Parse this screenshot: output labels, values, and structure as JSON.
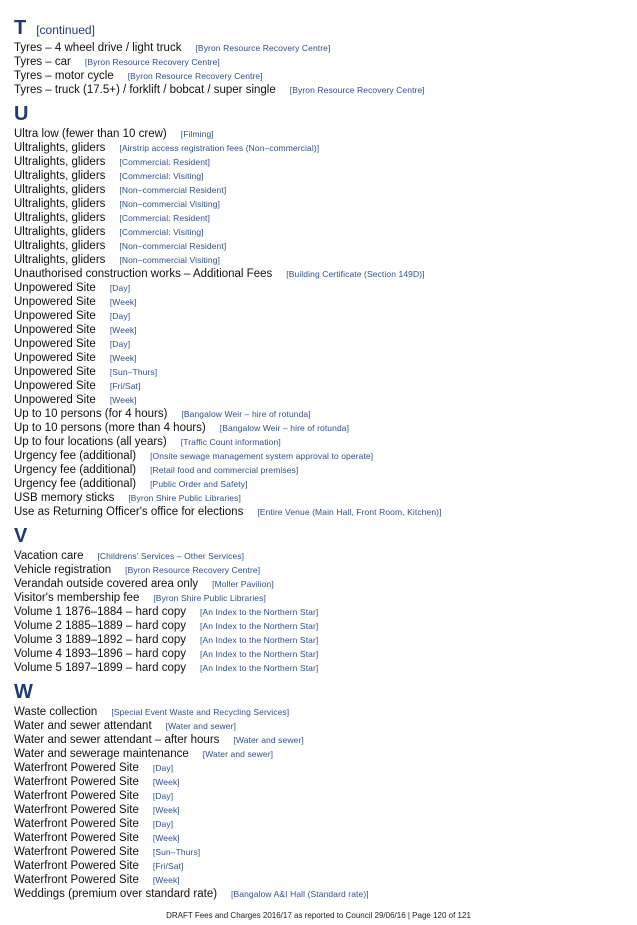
{
  "sections": [
    {
      "letter": "T",
      "continued": "[continued]",
      "entries": [
        {
          "label": "Tyres – 4 wheel drive / light truck",
          "category": "[Byron Resource Recovery Centre]"
        },
        {
          "label": "Tyres – car",
          "category": "[Byron Resource Recovery Centre]"
        },
        {
          "label": "Tyres – motor cycle",
          "category": "[Byron Resource Recovery Centre]"
        },
        {
          "label": "Tyres – truck (17.5+) / forklift / bobcat / super single",
          "category": "[Byron Resource Recovery Centre]"
        }
      ]
    },
    {
      "letter": "U",
      "continued": "",
      "entries": [
        {
          "label": "Ultra low (fewer than 10 crew)",
          "category": "[Filming]"
        },
        {
          "label": "Ultralights, gliders",
          "category": "[Airstrip access registration fees (Non–commercial)]"
        },
        {
          "label": "Ultralights, gliders",
          "category": "[Commercial: Resident]"
        },
        {
          "label": "Ultralights, gliders",
          "category": "[Commercial: Visiting]"
        },
        {
          "label": "Ultralights, gliders",
          "category": "[Non–commercial Resident]"
        },
        {
          "label": "Ultralights, gliders",
          "category": "[Non–commercial Visiting]"
        },
        {
          "label": "Ultralights, gliders",
          "category": "[Commercial: Resident]"
        },
        {
          "label": "Ultralights, gliders",
          "category": "[Commercial: Visiting]"
        },
        {
          "label": "Ultralights, gliders",
          "category": "[Non–commercial Resident]"
        },
        {
          "label": "Ultralights, gliders",
          "category": "[Non–commercial Visiting]"
        },
        {
          "label": "Unauthorised construction works – Additional Fees",
          "category": "[Building Certificate (Section 149D)]"
        },
        {
          "label": "Unpowered Site",
          "category": "[Day]"
        },
        {
          "label": "Unpowered Site",
          "category": "[Week]"
        },
        {
          "label": "Unpowered Site",
          "category": "[Day]"
        },
        {
          "label": "Unpowered Site",
          "category": "[Week]"
        },
        {
          "label": "Unpowered Site",
          "category": "[Day]"
        },
        {
          "label": "Unpowered Site",
          "category": "[Week]"
        },
        {
          "label": "Unpowered Site",
          "category": "[Sun–Thurs]"
        },
        {
          "label": "Unpowered Site",
          "category": "[Fri/Sat]"
        },
        {
          "label": "Unpowered Site",
          "category": "[Week]"
        },
        {
          "label": "Up to 10 persons (for 4 hours)",
          "category": "[Bangalow Weir – hire of rotunda]"
        },
        {
          "label": "Up to 10 persons (more than 4 hours)",
          "category": "[Bangalow Weir – hire of rotunda]"
        },
        {
          "label": "Up to four locations (all years)",
          "category": "[Traffic Count information]"
        },
        {
          "label": "Urgency fee (additional)",
          "category": "[Onsite sewage management system approval to operate]"
        },
        {
          "label": "Urgency fee (additional)",
          "category": "[Retail food and commercial premises]"
        },
        {
          "label": "Urgency fee (additional)",
          "category": "[Public Order and Safety]"
        },
        {
          "label": "USB memory sticks",
          "category": "[Byron Shire Public Libraries]"
        },
        {
          "label": "Use as Returning Officer's office for elections",
          "category": "[Entire Venue (Main Hall, Front Room, Kitchen)]"
        }
      ]
    },
    {
      "letter": "V",
      "continued": "",
      "entries": [
        {
          "label": "Vacation care",
          "category": "[Childrens' Services – Other Services]"
        },
        {
          "label": "Vehicle registration",
          "category": "[Byron Resource Recovery Centre]"
        },
        {
          "label": "Verandah outside covered area only",
          "category": "[Moller Pavilion]"
        },
        {
          "label": "Visitor's membership fee",
          "category": "[Byron Shire Public Libraries]"
        },
        {
          "label": "Volume 1 1876–1884 – hard copy",
          "category": "[An Index to the Northern Star]"
        },
        {
          "label": "Volume 2 1885–1889 – hard copy",
          "category": "[An Index to the Northern Star]"
        },
        {
          "label": "Volume 3 1889–1892 – hard copy",
          "category": "[An Index to the Northern Star]"
        },
        {
          "label": "Volume 4 1893–1896 – hard copy",
          "category": "[An Index to the Northern Star]"
        },
        {
          "label": "Volume 5 1897–1899 – hard copy",
          "category": "[An Index to the Northern Star]"
        }
      ]
    },
    {
      "letter": "W",
      "continued": "",
      "entries": [
        {
          "label": "Waste collection",
          "category": "[Special Event Waste and Recycling Services]"
        },
        {
          "label": "Water and sewer attendant",
          "category": "[Water and sewer]"
        },
        {
          "label": "Water and sewer attendant – after hours",
          "category": "[Water and sewer]"
        },
        {
          "label": "Water and sewerage maintenance",
          "category": "[Water and sewer]"
        },
        {
          "label": "Waterfront Powered Site",
          "category": "[Day]"
        },
        {
          "label": "Waterfront Powered Site",
          "category": "[Week]"
        },
        {
          "label": "Waterfront Powered Site",
          "category": "[Day]"
        },
        {
          "label": "Waterfront Powered Site",
          "category": "[Week]"
        },
        {
          "label": "Waterfront Powered Site",
          "category": "[Day]"
        },
        {
          "label": "Waterfront Powered Site",
          "category": "[Week]"
        },
        {
          "label": "Waterfront Powered Site",
          "category": "[Sun–Thurs]"
        },
        {
          "label": "Waterfront Powered Site",
          "category": "[Fri/Sat]"
        },
        {
          "label": "Waterfront Powered Site",
          "category": "[Week]"
        },
        {
          "label": "Weddings (premium over standard rate)",
          "category": "[Bangalow A&I Hall (Standard rate)]"
        }
      ]
    }
  ],
  "footer": "DRAFT Fees and Charges 2016/17 as reported to Council 29/06/16 | Page 120 of 121"
}
